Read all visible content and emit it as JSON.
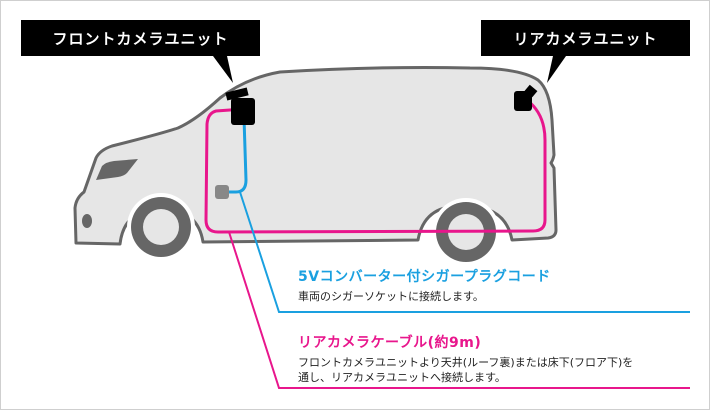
{
  "callouts": {
    "front_camera": "フロントカメラユニット",
    "rear_camera": "リアカメラユニット"
  },
  "descriptions": {
    "power_cord": {
      "title": "5Vコンバーター付シガープラグコード",
      "body": "車両のシガーソケットに接続します。",
      "color": "#1aa0e0"
    },
    "rear_cable": {
      "title": "リアカメラケーブル(約9m)",
      "body_line1": "フロントカメラユニットより天井(ルーフ裏)または床下(フロア下)を",
      "body_line2": "通し、リアカメラユニットへ接続します。",
      "color": "#e8168c"
    }
  },
  "colors": {
    "car_body": "#e6e6e6",
    "car_outline": "#666666",
    "callout_bg": "#000000",
    "blue_cable": "#1aa0e0",
    "pink_cable": "#e8168c"
  }
}
